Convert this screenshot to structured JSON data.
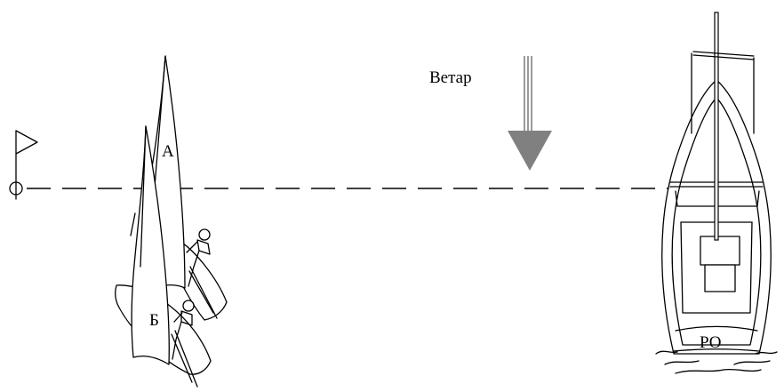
{
  "labels": {
    "wind": "Ветар",
    "boat_a": "А",
    "boat_b": "Б",
    "committee_boat": "РО"
  },
  "colors": {
    "line": "#000000",
    "wind_arrow": "#808080",
    "background": "#ffffff"
  },
  "icons": {
    "pin_end": "flag-icon",
    "wind_direction": "arrow-down-icon"
  }
}
